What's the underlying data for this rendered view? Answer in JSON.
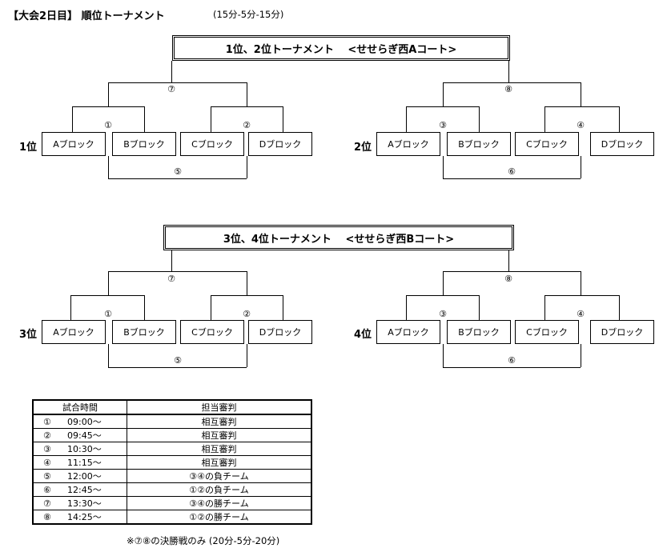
{
  "header": {
    "title": "【大会2日目】 順位トーナメント",
    "note": "(15分-5分-15分)"
  },
  "sections": [
    {
      "title": "1位、2位トーナメント　 <せせらぎ西Aコート>",
      "brackets": [
        {
          "rank": "1位",
          "blocks": [
            "Aブロック",
            "Bブロック",
            "Cブロック",
            "Dブロック"
          ],
          "left_match": "①",
          "right_match": "②",
          "final_match": "⑦",
          "lower_match": "⑤"
        },
        {
          "rank": "2位",
          "blocks": [
            "Aブロック",
            "Bブロック",
            "Cブロック",
            "Dブロック"
          ],
          "left_match": "③",
          "right_match": "④",
          "final_match": "⑧",
          "lower_match": "⑥"
        }
      ]
    },
    {
      "title": "3位、4位トーナメント　 <せせらぎ西Bコート>",
      "brackets": [
        {
          "rank": "3位",
          "blocks": [
            "Aブロック",
            "Bブロック",
            "Cブロック",
            "Dブロック"
          ],
          "left_match": "①",
          "right_match": "②",
          "final_match": "⑦",
          "lower_match": "⑤"
        },
        {
          "rank": "4位",
          "blocks": [
            "Aブロック",
            "Bブロック",
            "Cブロック",
            "Dブロック"
          ],
          "left_match": "③",
          "right_match": "④",
          "final_match": "⑧",
          "lower_match": "⑥"
        }
      ]
    }
  ],
  "schedule": {
    "headers": [
      "試合時間",
      "担当審判"
    ],
    "rows": [
      {
        "mark": "①",
        "time": "09:00～",
        "referee": "相互審判"
      },
      {
        "mark": "②",
        "time": "09:45～",
        "referee": "相互審判"
      },
      {
        "mark": "③",
        "time": "10:30～",
        "referee": "相互審判"
      },
      {
        "mark": "④",
        "time": "11:15～",
        "referee": "相互審判"
      },
      {
        "mark": "⑤",
        "time": "12:00～",
        "referee": "③④の負チーム"
      },
      {
        "mark": "⑥",
        "time": "12:45～",
        "referee": "①②の負チーム"
      },
      {
        "mark": "⑦",
        "time": "13:30～",
        "referee": "③④の勝チーム"
      },
      {
        "mark": "⑧",
        "time": "14:25～",
        "referee": "①②の勝チーム"
      }
    ],
    "footnote": "※⑦⑧の決勝戦のみ (20分-5分-20分)"
  }
}
